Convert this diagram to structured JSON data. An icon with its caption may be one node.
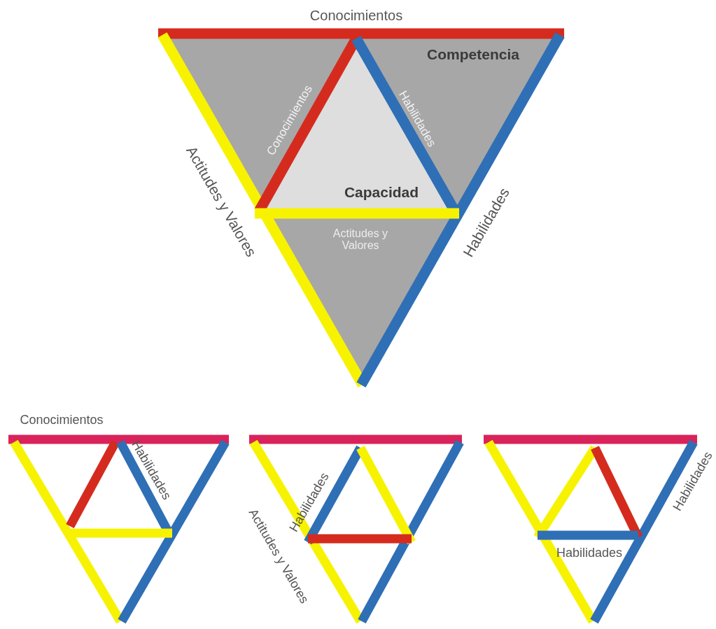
{
  "diagram": {
    "nodes": [
      {
        "text": [
          "Competencia"
        ]
      },
      {
        "text": [
          "Capacidad"
        ],
        "in": 0
      },
      {
        "text": [
          "Actitudes y Valores"
        ],
        "in": 0
      }
    ],
    "labels": [
      "Conocimientos",
      "Conocimientos",
      "Habilidades",
      "Actitudes y Valores",
      "Habilidades",
      "Conocimientos",
      "Habilidades",
      "Habilidades",
      "Actitudes y Valores",
      "Habilidades",
      "Habilidades"
    ]
  }
}
